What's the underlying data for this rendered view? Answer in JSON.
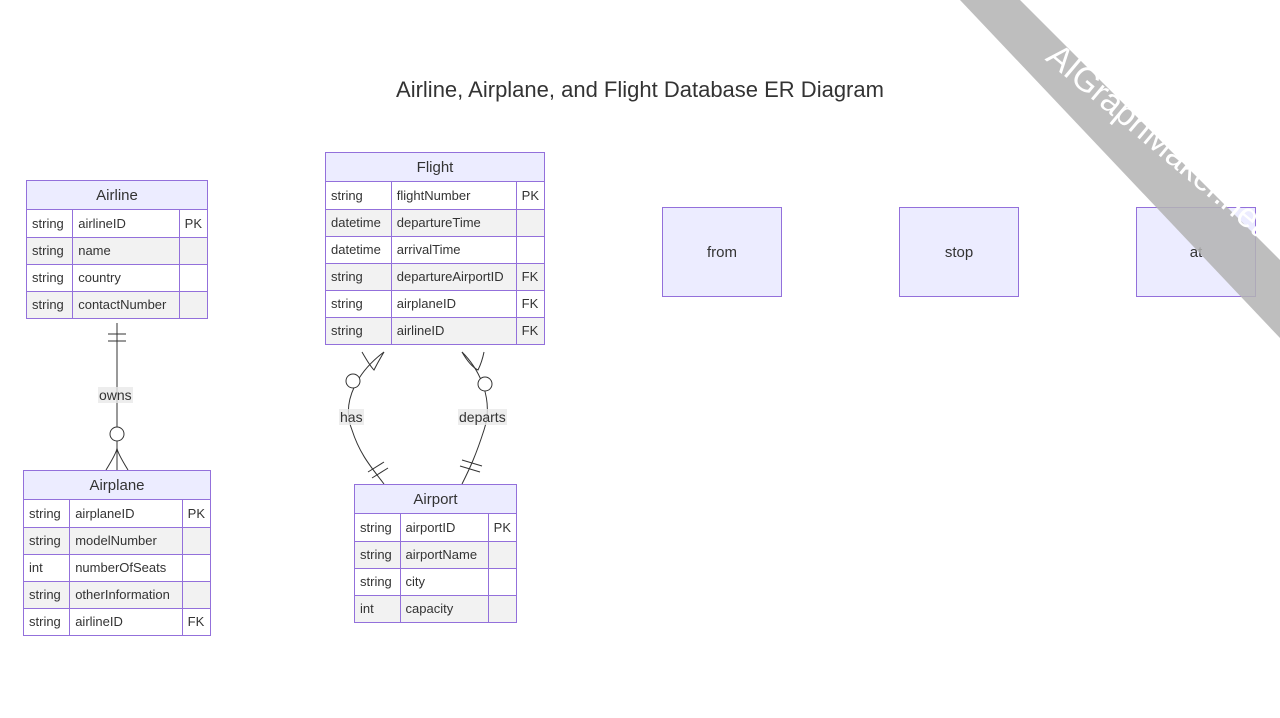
{
  "title": "Airline, Airplane, and Flight Database ER Diagram",
  "entities": {
    "airline": {
      "name": "Airline",
      "rows": [
        {
          "type": "string",
          "field": "airlineID",
          "key": "PK"
        },
        {
          "type": "string",
          "field": "name",
          "key": ""
        },
        {
          "type": "string",
          "field": "country",
          "key": ""
        },
        {
          "type": "string",
          "field": "contactNumber",
          "key": ""
        }
      ]
    },
    "airplane": {
      "name": "Airplane",
      "rows": [
        {
          "type": "string",
          "field": "airplaneID",
          "key": "PK"
        },
        {
          "type": "string",
          "field": "modelNumber",
          "key": ""
        },
        {
          "type": "int",
          "field": "numberOfSeats",
          "key": ""
        },
        {
          "type": "string",
          "field": "otherInformation",
          "key": ""
        },
        {
          "type": "string",
          "field": "airlineID",
          "key": "FK"
        }
      ]
    },
    "flight": {
      "name": "Flight",
      "rows": [
        {
          "type": "string",
          "field": "flightNumber",
          "key": "PK"
        },
        {
          "type": "datetime",
          "field": "departureTime",
          "key": ""
        },
        {
          "type": "datetime",
          "field": "arrivalTime",
          "key": ""
        },
        {
          "type": "string",
          "field": "departureAirportID",
          "key": "FK"
        },
        {
          "type": "string",
          "field": "airplaneID",
          "key": "FK"
        },
        {
          "type": "string",
          "field": "airlineID",
          "key": "FK"
        }
      ]
    },
    "airport": {
      "name": "Airport",
      "rows": [
        {
          "type": "string",
          "field": "airportID",
          "key": "PK"
        },
        {
          "type": "string",
          "field": "airportName",
          "key": ""
        },
        {
          "type": "string",
          "field": "city",
          "key": ""
        },
        {
          "type": "int",
          "field": "capacity",
          "key": ""
        }
      ]
    }
  },
  "boxes": {
    "from": "from",
    "stop": "stop",
    "at": "at"
  },
  "relationships": {
    "owns": "owns",
    "has": "has",
    "departs": "departs"
  },
  "watermark": "AIGraphMaker.net",
  "colors": {
    "entity_border": "#9370DB",
    "entity_header": "#ECECFF",
    "alt_row": "#f2f2f2",
    "edge": "#333333",
    "watermark_band": "#b3b3b3"
  }
}
